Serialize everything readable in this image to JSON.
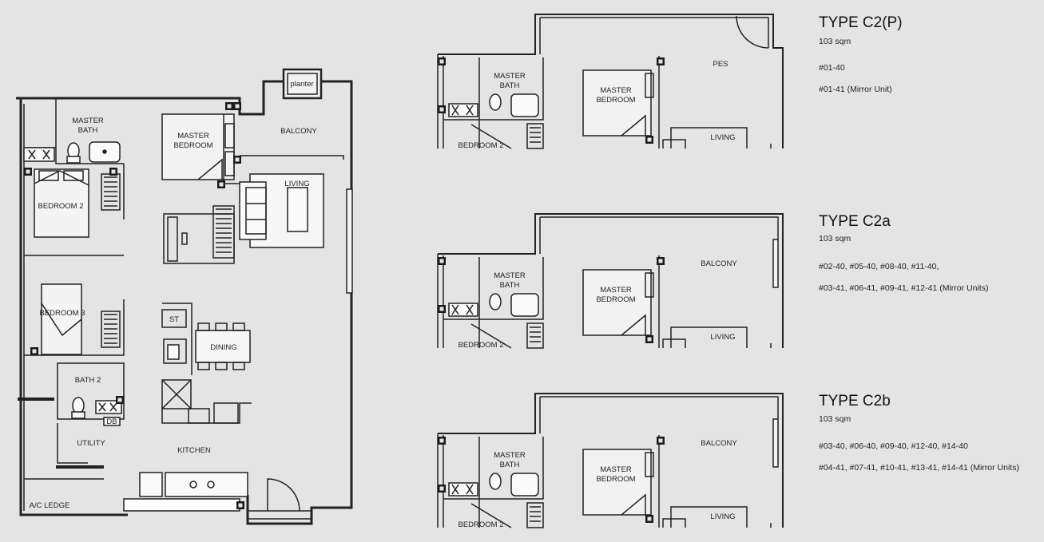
{
  "main_plan": {
    "rooms": {
      "planter": "planter",
      "master_bath": [
        "MASTER",
        "BATH"
      ],
      "master_bedroom": [
        "MASTER",
        "BEDROOM"
      ],
      "balcony": "BALCONY",
      "living": "LIVING",
      "bedroom2": "BEDROOM 2",
      "bedroom3": "BEDROOM 3",
      "st": "ST",
      "dining": "DINING",
      "bath2": "BATH 2",
      "db": "DB",
      "utility": "UTILITY",
      "kitchen": "KITCHEN",
      "ac_ledge": "A/C LEDGE"
    }
  },
  "key_plans": [
    {
      "title": "TYPE C2(P)",
      "area": "103 sqm",
      "units": [
        "#01-40",
        "#01-41 (Mirror Unit)"
      ],
      "outdoor": "PES",
      "rooms": {
        "master_bath": [
          "MASTER",
          "BATH"
        ],
        "master_bedroom": [
          "MASTER",
          "BEDROOM"
        ],
        "living": "LIVING",
        "bedroom2": "BEDROOM 2"
      }
    },
    {
      "title": "TYPE C2a",
      "area": "103 sqm",
      "units": [
        "#02-40, #05-40, #08-40, #11-40,",
        "#03-41, #06-41, #09-41, #12-41 (Mirror Units)"
      ],
      "outdoor": "BALCONY",
      "rooms": {
        "master_bath": [
          "MASTER",
          "BATH"
        ],
        "master_bedroom": [
          "MASTER",
          "BEDROOM"
        ],
        "living": "LIVING",
        "bedroom2": "BEDROOM 2"
      }
    },
    {
      "title": "TYPE C2b",
      "area": "103 sqm",
      "units": [
        "#03-40, #06-40, #09-40, #12-40, #14-40",
        "#04-41, #07-41, #10-41, #13-41, #14-41 (Mirror Units)"
      ],
      "outdoor": "BALCONY",
      "rooms": {
        "master_bath": [
          "MASTER",
          "BATH"
        ],
        "master_bedroom": [
          "MASTER",
          "BEDROOM"
        ],
        "living": "LIVING",
        "bedroom2": "BEDROOM 2"
      }
    }
  ]
}
